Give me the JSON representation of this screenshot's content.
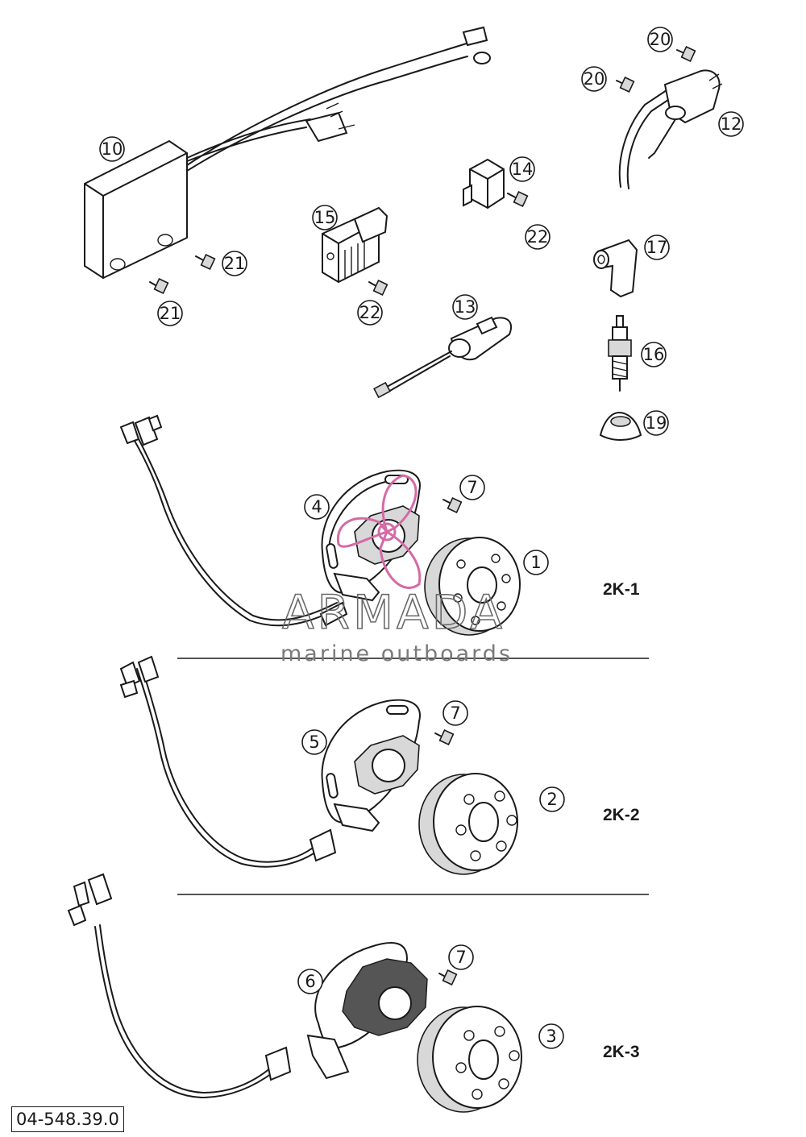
{
  "callouts": [
    "1",
    "2",
    "3",
    "4",
    "5",
    "6",
    "7",
    "7",
    "7",
    "10",
    "12",
    "13",
    "14",
    "15",
    "16",
    "17",
    "19",
    "20",
    "20",
    "21",
    "21",
    "22",
    "22"
  ],
  "kits": {
    "k1": "2K-1",
    "k2": "2K-2",
    "k3": "2K-3"
  },
  "watermark": {
    "brand": "ARMADA",
    "tagline": "marine outboards",
    "logo_color": "#d46aa6"
  },
  "reference_number": "04-548.39.0",
  "icons": [
    "propeller-logo-icon"
  ]
}
